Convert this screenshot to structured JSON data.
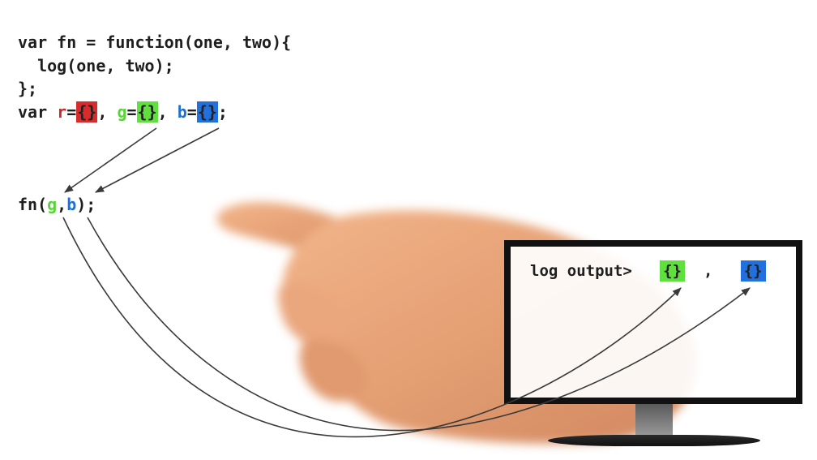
{
  "code": {
    "line1": "var fn = function(one, two){",
    "line2": "  log(one, two);",
    "line3": "};",
    "line4": {
      "var_kw": "var ",
      "r_name": "r",
      "eq1": "=",
      "r_value": "{}",
      "sep1": ", ",
      "g_name": "g",
      "eq2": "=",
      "g_value": "{}",
      "sep2": ", ",
      "b_name": "b",
      "eq3": "=",
      "b_value": "{}",
      "end": ";"
    },
    "call": {
      "fn_open": "fn(",
      "arg1": "g",
      "comma": ",",
      "arg2": "b",
      "close": ");"
    }
  },
  "monitor": {
    "log_prefix": "log output>",
    "out1": "{}",
    "sep": ",",
    "out2": "{}"
  },
  "colors": {
    "red": "#d92b2b",
    "green": "#5fe03f",
    "blue": "#2170de"
  }
}
